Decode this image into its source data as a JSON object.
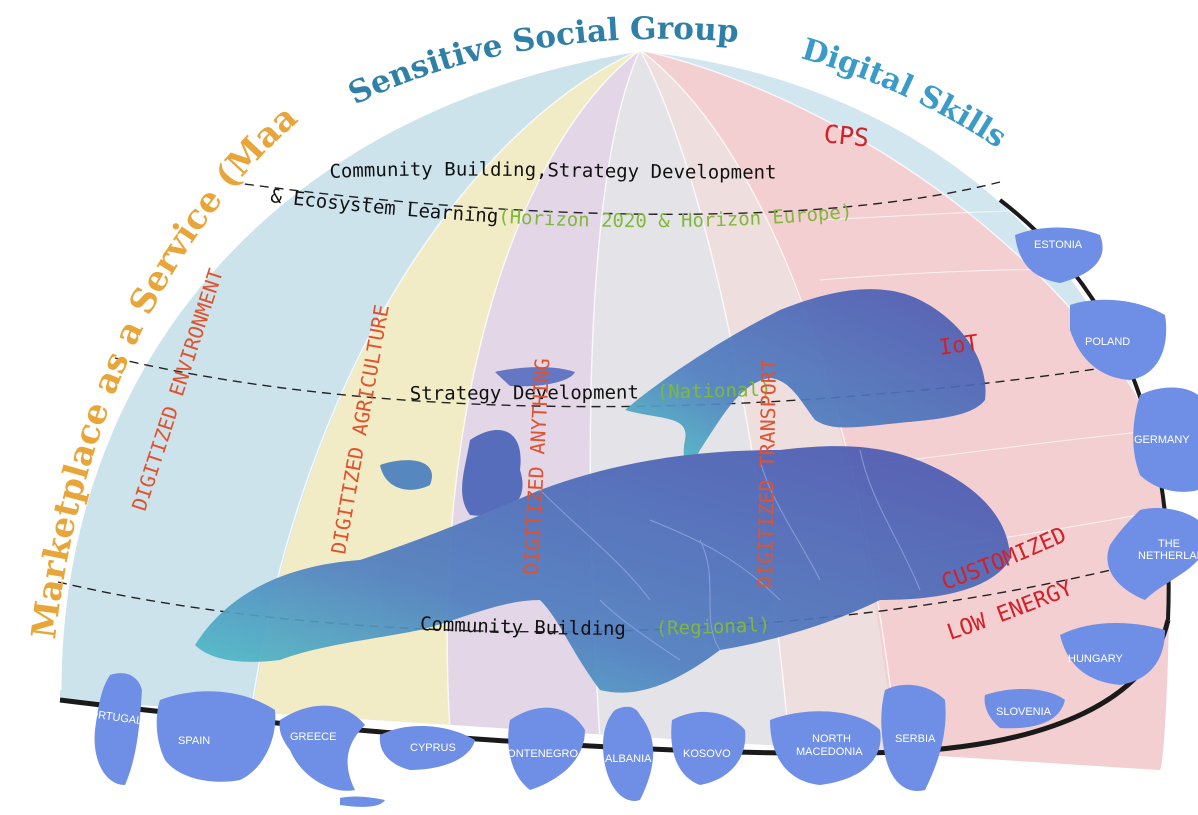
{
  "arc_titles": {
    "maas": "Marketplace as a Service (MaaS)",
    "social": "Sensitive Social Groups",
    "skills": "Digital Skills"
  },
  "levels": {
    "top_line1": "Community Building,Strategy Development",
    "top_line2": "& Ecosystem Learning",
    "top_program": "(Horizon 2020 & Horizon Europe)",
    "middle": "Strategy Development",
    "middle_scope": "(National)",
    "bottom": "Community Building",
    "bottom_scope": "(Regional)"
  },
  "sectors": {
    "environment": "DIGITIZED ENVIRONMENT",
    "agriculture": "DIGITIZED AGRICULTURE",
    "anything": "DIGITIZED ANYTHING",
    "transport": "DIGITIZED TRANSPORT"
  },
  "tech": {
    "cps": "CPS",
    "iot": "IoT",
    "customized": "CUSTOMIZED",
    "low_energy": "LOW ENERGY"
  },
  "countries": {
    "estonia": "ESTONIA",
    "poland": "POLAND",
    "germany": "GERMANY",
    "netherlands_1": "THE",
    "netherlands_2": "NETHERLANDS",
    "hungary": "HUNGARY",
    "slovenia": "SLOVENIA",
    "serbia": "SERBIA",
    "north_macedonia_1": "NORTH",
    "north_macedonia_2": "MACEDONIA",
    "kosovo": "KOSOVO",
    "albania": "ALBANIA",
    "montenegro": "MONTENEGRO",
    "cyprus": "CYPRUS",
    "greece": "GREECE",
    "spain": "SPAIN",
    "portugal": "PORTUGAL"
  },
  "colors": {
    "maas": "#e8a53a",
    "social": "#2f7fa7",
    "skills": "#3a9bc8",
    "sector_text": "#e0522e",
    "tech_red": "#d42027",
    "program_green": "#7fb83a",
    "country_blue": "#6f8fe6",
    "europe_blue": "#4d5fb8"
  }
}
